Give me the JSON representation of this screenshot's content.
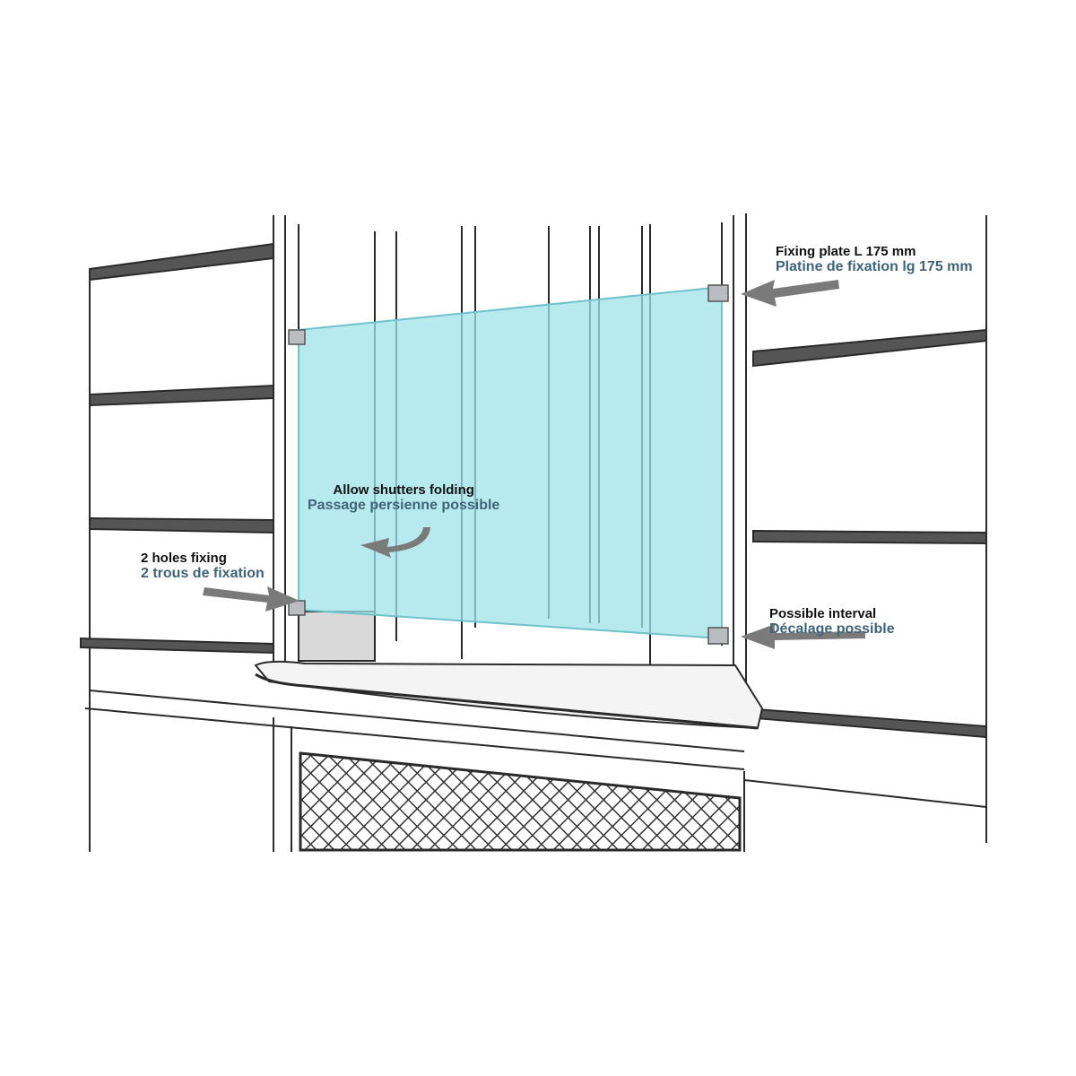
{
  "annotations": {
    "fixing_plate": {
      "en": "Fixing plate L 175 mm",
      "fr": "Platine de fixation lg 175 mm"
    },
    "shutters": {
      "en": "Allow shutters folding",
      "fr": "Passage persienne possible"
    },
    "holes": {
      "en": "2 holes fixing",
      "fr": "2 trous de fixation"
    },
    "interval": {
      "en": "Possible interval",
      "fr": "Décalage possible"
    }
  },
  "colors": {
    "glass": "#9fe3ea",
    "arrow": "#7a7a7a",
    "line": "#2a2a2a",
    "french_text": "#3f6378",
    "bracket": "#b9bcc0"
  },
  "icons": [
    "arrow-right-icon",
    "curved-arrow-icon",
    "fixing-bracket-icon"
  ]
}
